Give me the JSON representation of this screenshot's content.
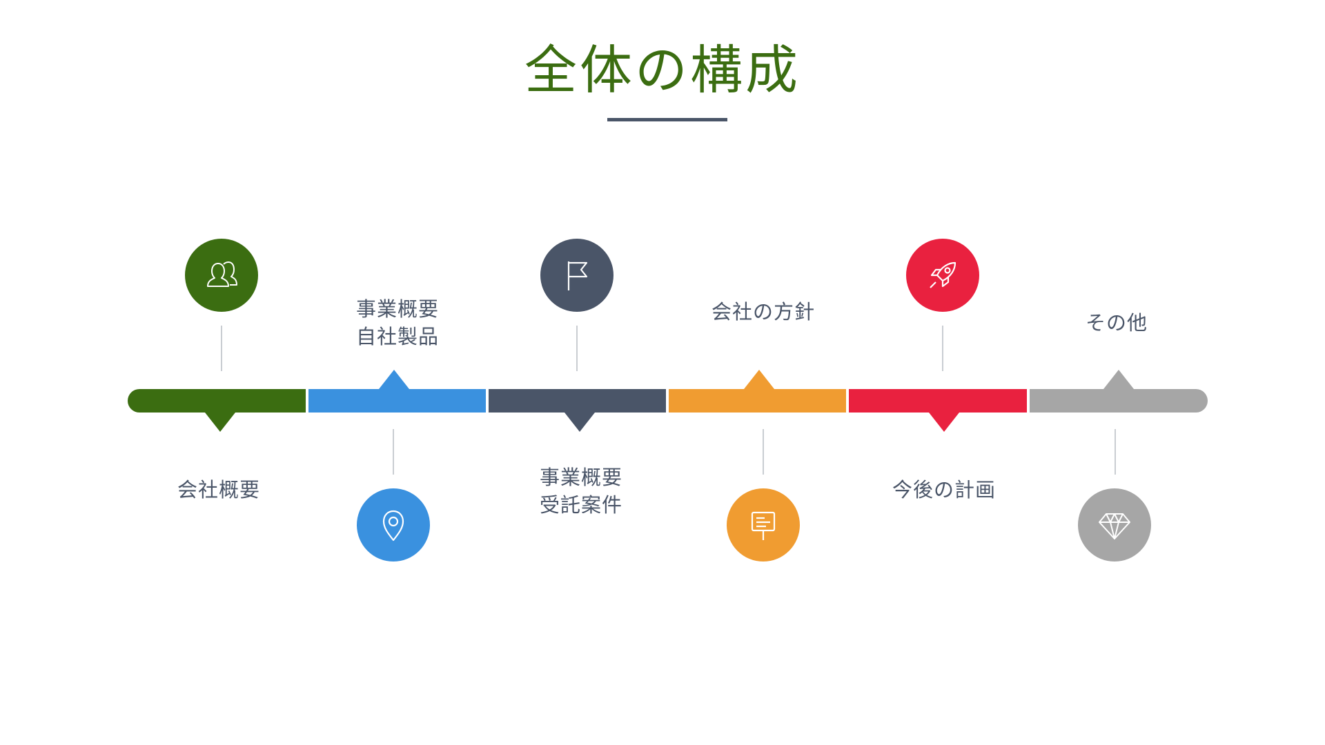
{
  "title": "全体の構成",
  "colors": {
    "title": "#3b6d11",
    "rule": "#4a5568",
    "green": "#3b6d11",
    "blue": "#3a91df",
    "slate": "#4a5568",
    "orange": "#f09c31",
    "red": "#e9213f",
    "gray": "#a6a6a6",
    "text": "#4a5568"
  },
  "steps": [
    {
      "label_line1": "会社概要",
      "label_line2": "",
      "icon": "people-icon",
      "color": "#3b6d11"
    },
    {
      "label_line1": "事業概要",
      "label_line2": "自社製品",
      "icon": "map-pin-icon",
      "color": "#3a91df"
    },
    {
      "label_line1": "事業概要",
      "label_line2": "受託案件",
      "icon": "flag-icon",
      "color": "#4a5568"
    },
    {
      "label_line1": "会社の方針",
      "label_line2": "",
      "icon": "signboard-icon",
      "color": "#f09c31"
    },
    {
      "label_line1": "今後の計画",
      "label_line2": "",
      "icon": "rocket-icon",
      "color": "#e9213f"
    },
    {
      "label_line1": "その他",
      "label_line2": "",
      "icon": "diamond-icon",
      "color": "#a6a6a6"
    }
  ]
}
